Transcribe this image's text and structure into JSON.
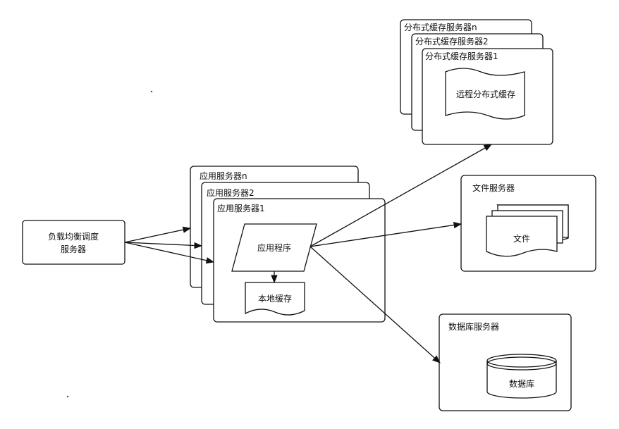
{
  "load_balancer": {
    "label_line1": "负载均衡调度",
    "label_line2": "服务器"
  },
  "app_servers": {
    "back_label": "应用服务器n",
    "mid_label": "应用服务器2",
    "front_label": "应用服务器1",
    "program_label": "应用程序",
    "local_cache_label": "本地缓存"
  },
  "cache_servers": {
    "back_label": "分布式缓存服务器n",
    "mid_label": "分布式缓存服务器2",
    "front_label": "分布式缓存服务器1",
    "remote_cache_label": "远程分布式缓存"
  },
  "file_server": {
    "title": "文件服务器",
    "doc_label": "文件"
  },
  "db_server": {
    "title": "数据库服务器",
    "db_label": "数据库"
  },
  "colors": {
    "stroke": "#111111",
    "background": "#ffffff"
  }
}
